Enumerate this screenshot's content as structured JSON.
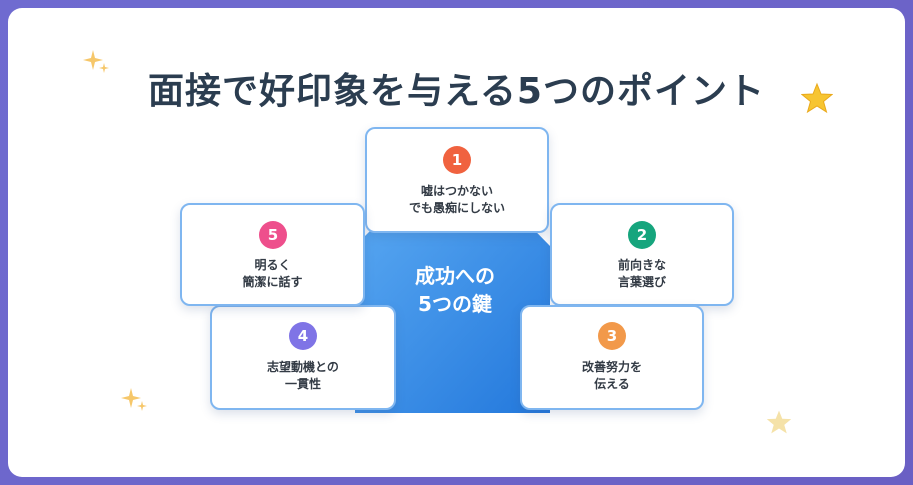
{
  "title": "面接で好印象を与える5つのポイント",
  "center": {
    "line1": "成功への",
    "line2": "5つの鍵"
  },
  "points": [
    {
      "number": "1",
      "line1": "嘘はつかない",
      "line2": "でも愚痴にしない",
      "color": "#f0623f"
    },
    {
      "number": "2",
      "line1": "前向きな",
      "line2": "言葉選び",
      "color": "#16a57d"
    },
    {
      "number": "3",
      "line1": "改善努力を",
      "line2": "伝える",
      "color": "#f2994a"
    },
    {
      "number": "4",
      "line1": "志望動機との",
      "line2": "一貫性",
      "color": "#7f74e6"
    },
    {
      "number": "5",
      "line1": "明るく",
      "line2": "簡潔に話す",
      "color": "#ee4f8c"
    }
  ],
  "colors": {
    "accent_blue": "#2f86e6",
    "box_border": "#7fb6f0",
    "title": "#2b3d50"
  },
  "decorations": [
    "sparkle-icon",
    "star-icon",
    "sparkle-icon",
    "star-icon"
  ]
}
